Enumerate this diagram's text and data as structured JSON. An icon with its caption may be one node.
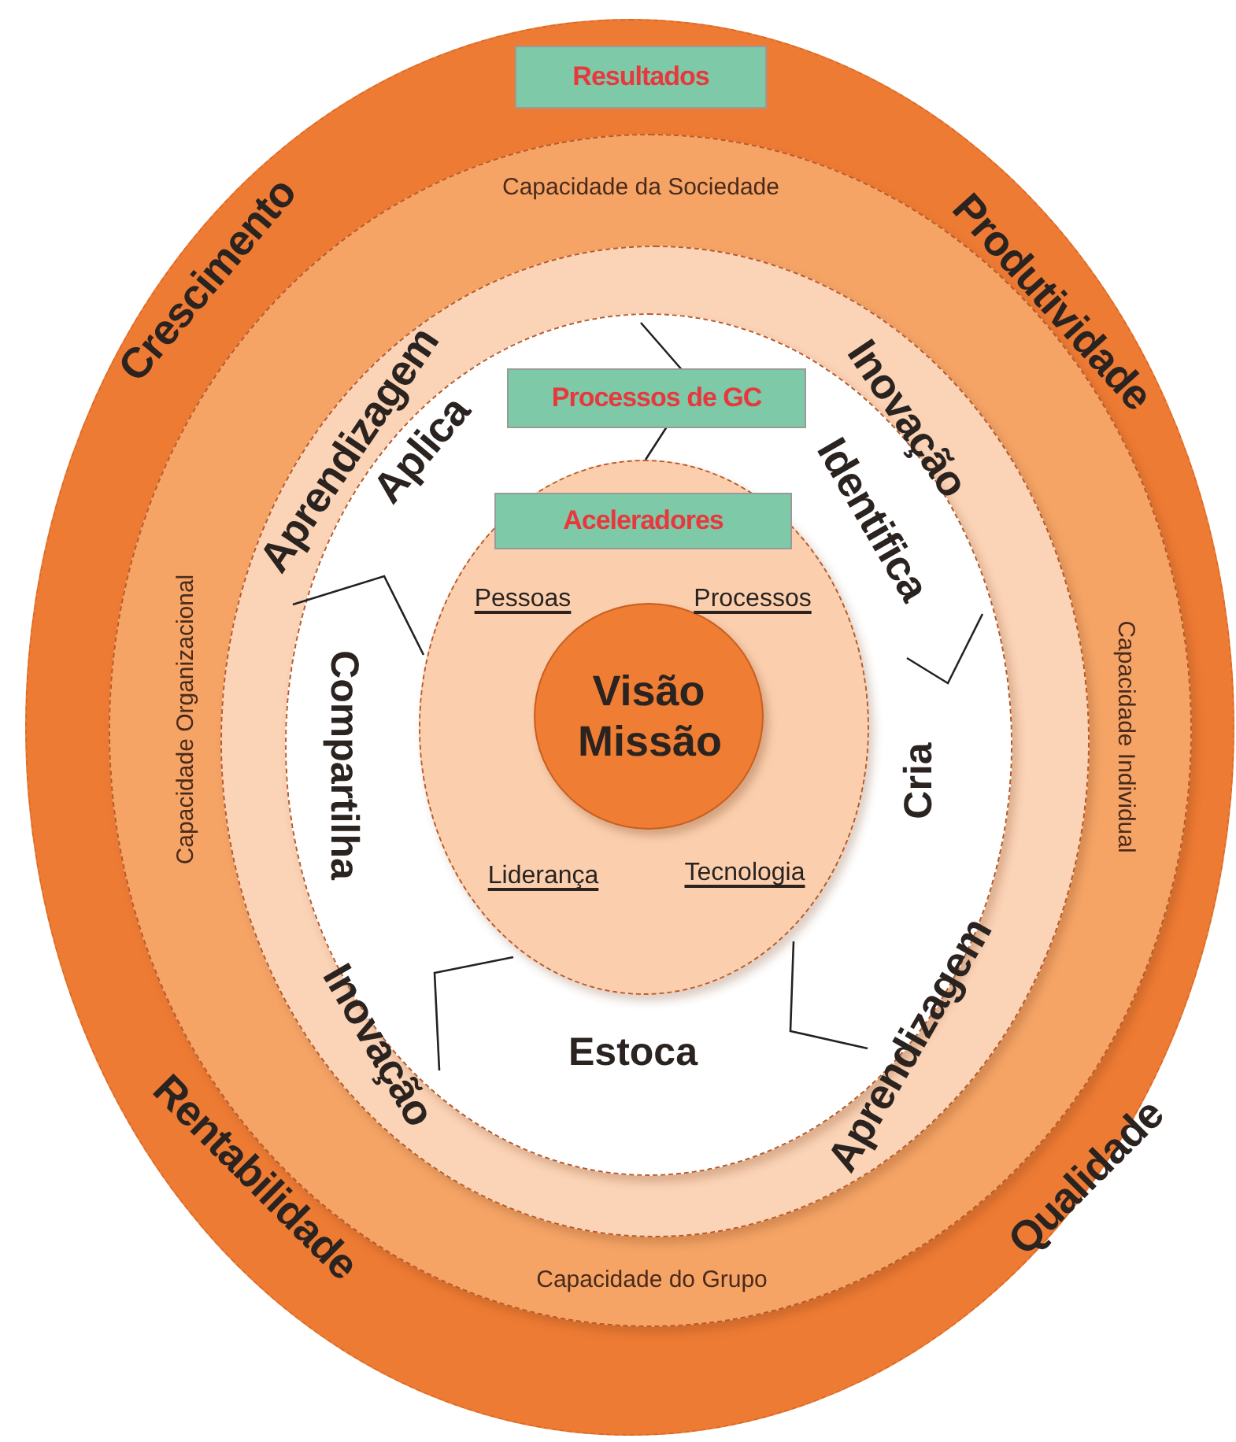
{
  "diagram": {
    "nodes": [
      {
        "text": [],
        "shape": "ellipse"
      },
      {
        "text": [
          "Resultados"
        ],
        "in": 0
      },
      {
        "text": [
          "Capacidade da Sociedade",
          "Capacidade Organizacional",
          "Capacidade Individual",
          "Capacidade do Grupo"
        ],
        "in": 0
      },
      {
        "text": [],
        "shape": "ellipse",
        "in": 2
      },
      {
        "text": [
          "Aplica",
          "Identifica",
          "Compartilha",
          "Cria",
          "Estoca"
        ],
        "in": 3
      },
      {
        "text": [
          "Processos de GC"
        ],
        "in": 4
      },
      {
        "text": [
          "Pessoas",
          "Processos",
          "Liderança",
          "Tecnologia"
        ],
        "in": 4
      },
      {
        "text": [
          "Aceleradores"
        ],
        "in": 6
      },
      {
        "text": [
          "Visão Missão"
        ],
        "in": 6
      }
    ],
    "edges": [],
    "labels": [
      "Crescimento",
      "Produtividade",
      "Aprendizagem",
      "Inovação",
      "Inovação",
      "Aprendizagem",
      "Rentabilidade",
      "Qualidade"
    ]
  }
}
